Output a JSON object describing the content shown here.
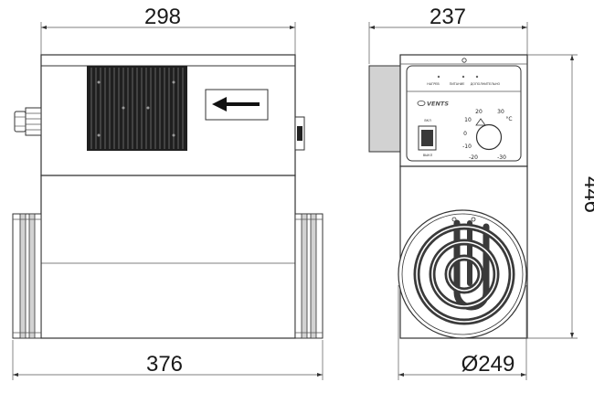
{
  "dimensions": {
    "top_width_side": "298",
    "top_width_front": "237",
    "height": "446",
    "bottom_length": "376",
    "diameter": "Ø249"
  },
  "panel": {
    "indicator_labels": [
      "НАГРЕВ",
      "ПИТАНИЕ",
      "ДОПОЛНИТЕЛЬНО"
    ],
    "brand": "VENTS",
    "switch_labels": [
      "ВКЛ",
      "ВЫКЛ"
    ],
    "dial_ticks": [
      "30",
      "20",
      "10",
      "0",
      "-10",
      "-20",
      "-30"
    ],
    "dial_unit": "°C"
  },
  "colors": {
    "outline": "#333333",
    "grille": "#1f1f1f",
    "coil": "#3a3a3a",
    "shade": "#d2d2d2"
  }
}
